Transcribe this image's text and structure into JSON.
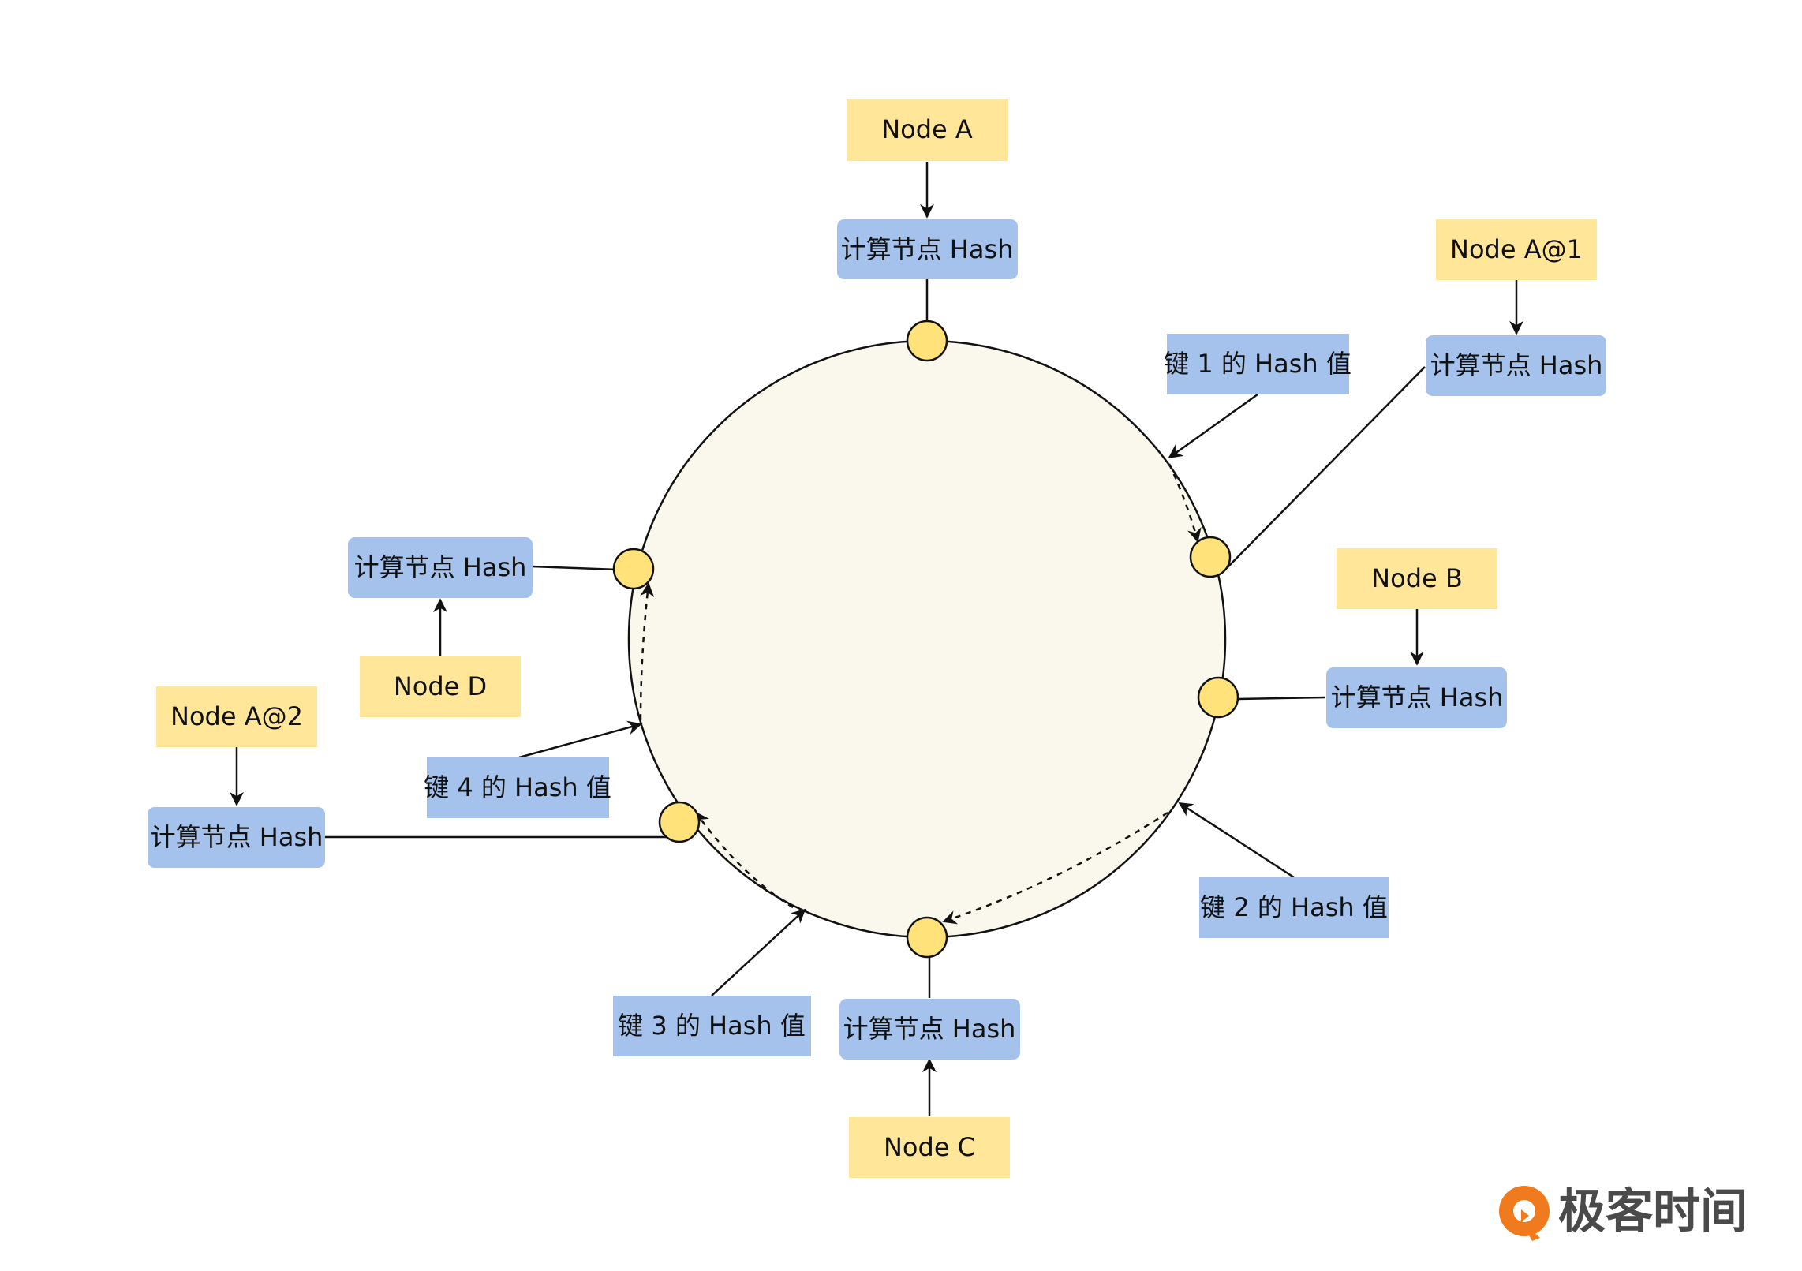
{
  "diagram": {
    "colors": {
      "node_box": "#FFE699",
      "hash_box": "#A4C2EB",
      "ring_fill": "#FAF8EC",
      "ring_stroke": "#111111",
      "point_fill": "#FFE27A",
      "line": "#111111",
      "watermark_orange": "#F07A1E",
      "watermark_text": "#4A4A4A"
    },
    "nodes": {
      "a": "Node A",
      "a1": "Node A@1",
      "b": "Node B",
      "c": "Node C",
      "d": "Node D",
      "a2": "Node A@2"
    },
    "hash_label": "计算节点 Hash",
    "keys": {
      "k1": "键 1 的 Hash 值",
      "k2": "键 2 的 Hash 值",
      "k3": "键 3 的 Hash 值",
      "k4": "键 4 的 Hash 值"
    },
    "watermark": {
      "text": "极客时间",
      "icon": "geektime-logo-icon"
    }
  }
}
